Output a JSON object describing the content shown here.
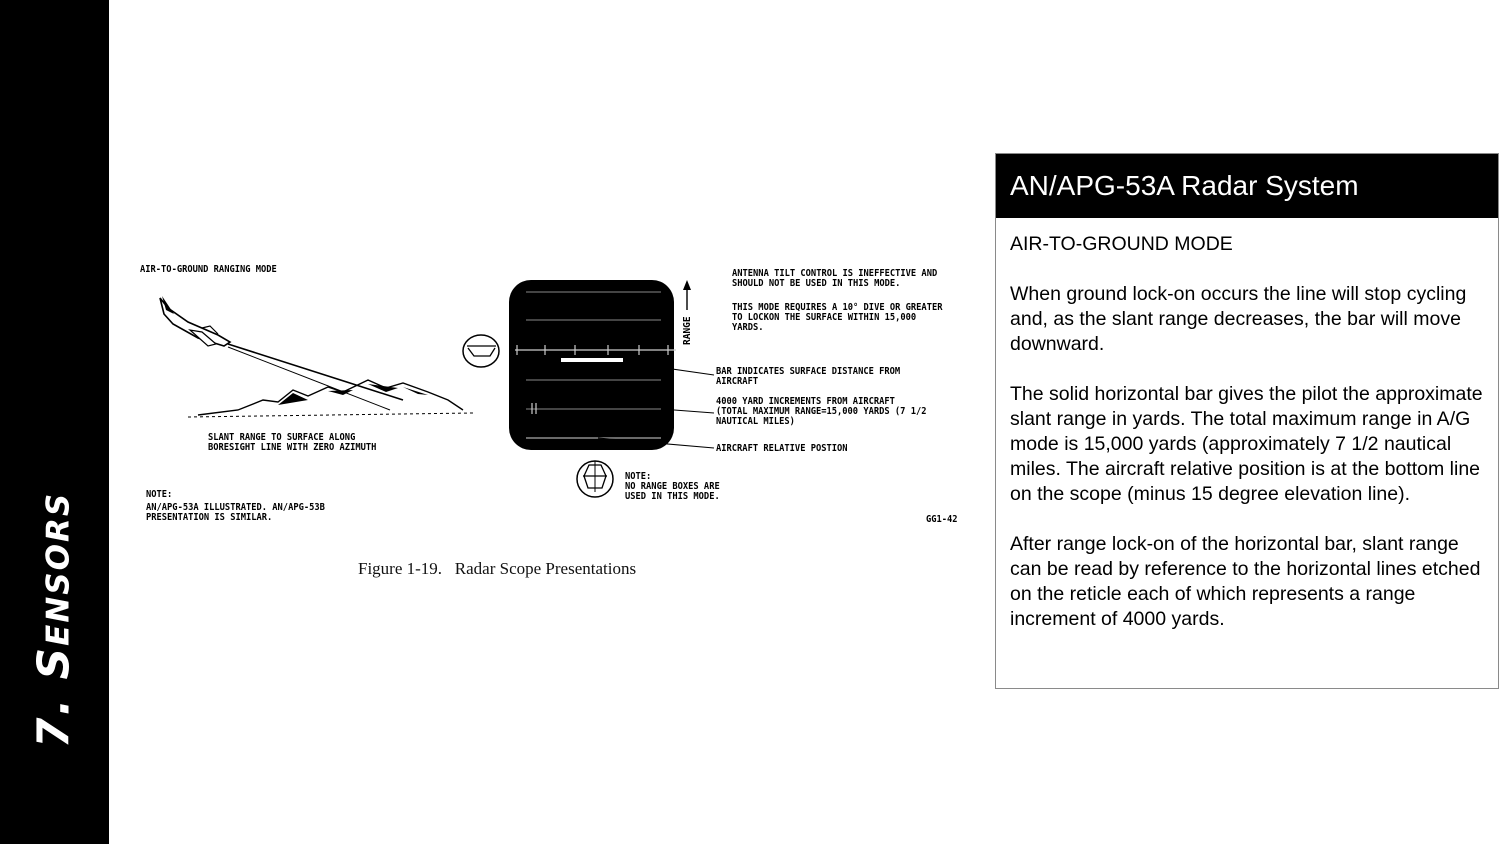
{
  "section": {
    "label": "7. Sensors"
  },
  "figure": {
    "mode_title": "AIR-TO-GROUND RANGING MODE",
    "slant_note": "SLANT RANGE TO SURFACE ALONG\nBORESIGHT LINE WITH ZERO AZIMUTH",
    "note_label": "NOTE:",
    "note_text": "AN/APG-53A ILLUSTRATED. AN/APG-53B\nPRESENTATION IS SIMILAR.",
    "antenna_note": "ANTENNA TILT CONTROL IS INEFFECTIVE AND\nSHOULD NOT BE USED IN THIS MODE.",
    "dive_note": "THIS MODE REQUIRES A 10° DIVE OR GREATER\nTO LOCKON THE SURFACE WITHIN 15,000\nYARDS.",
    "range_label": "RANGE",
    "bar_label": "BAR INDICATES SURFACE DISTANCE FROM\nAIRCRAFT",
    "increments_label": "4000 YARD INCREMENTS FROM AIRCRAFT\n(TOTAL MAXIMUM RANGE=15,000 YARDS (7 1/2\nNAUTICAL MILES)",
    "relative_label": "AIRCRAFT RELATIVE POSTION",
    "range_box_note": "NOTE:\nNO RANGE BOXES ARE\nUSED IN THIS MODE.",
    "figure_id": "GG1-42",
    "caption": "Figure 1-19.   Radar Scope Presentations"
  },
  "panel": {
    "title": "AN/APG-53A Radar System",
    "paragraphs": [
      "AIR-TO-GROUND MODE",
      "When ground lock-on occurs the line will stop cycling and, as the slant range decreases, the bar will move downward.",
      "The solid horizontal bar gives the pilot the approximate slant range in yards. The total maximum range in A/G mode is 15,000 yards (approximately 7 1/2 nautical miles. The aircraft relative position is at the bottom line on the scope (minus 15 degree elevation line).",
      "After range lock-on of the horizontal bar, slant range can be read by reference to the horizontal lines etched on the reticle each of which represents a range increment of 4000 yards."
    ]
  }
}
